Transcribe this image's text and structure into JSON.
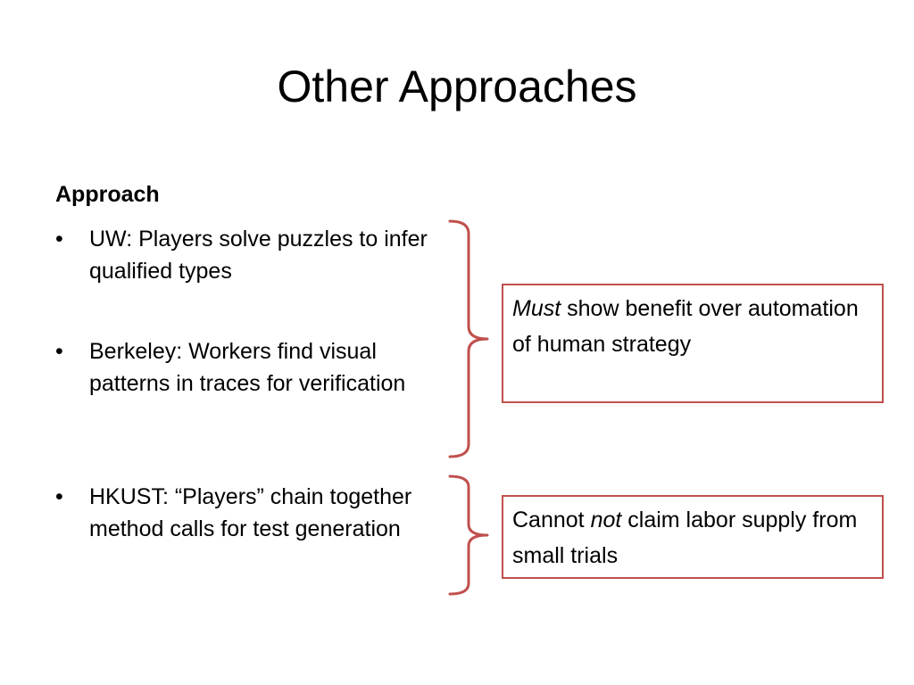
{
  "slide": {
    "title": "Other Approaches",
    "heading": "Approach",
    "bullet_glyph": "•",
    "bullets": [
      {
        "text": "UW: Players solve puzzles to infer qualified types"
      },
      {
        "text": "Berkeley: Workers find visual patterns in traces for verification"
      },
      {
        "text": "HKUST: “Players” chain together method calls for test generation"
      }
    ],
    "callouts": [
      {
        "emphasis": "Must",
        "rest": " show benefit over automation  of human strategy"
      },
      {
        "lead": "Cannot ",
        "emphasis": "not",
        "rest": " claim labor supply from small trials"
      }
    ]
  },
  "colors": {
    "accent": "#c0504d",
    "text": "#000000",
    "background": "#ffffff"
  },
  "icons": {
    "bracket": "right-curly-brace"
  }
}
